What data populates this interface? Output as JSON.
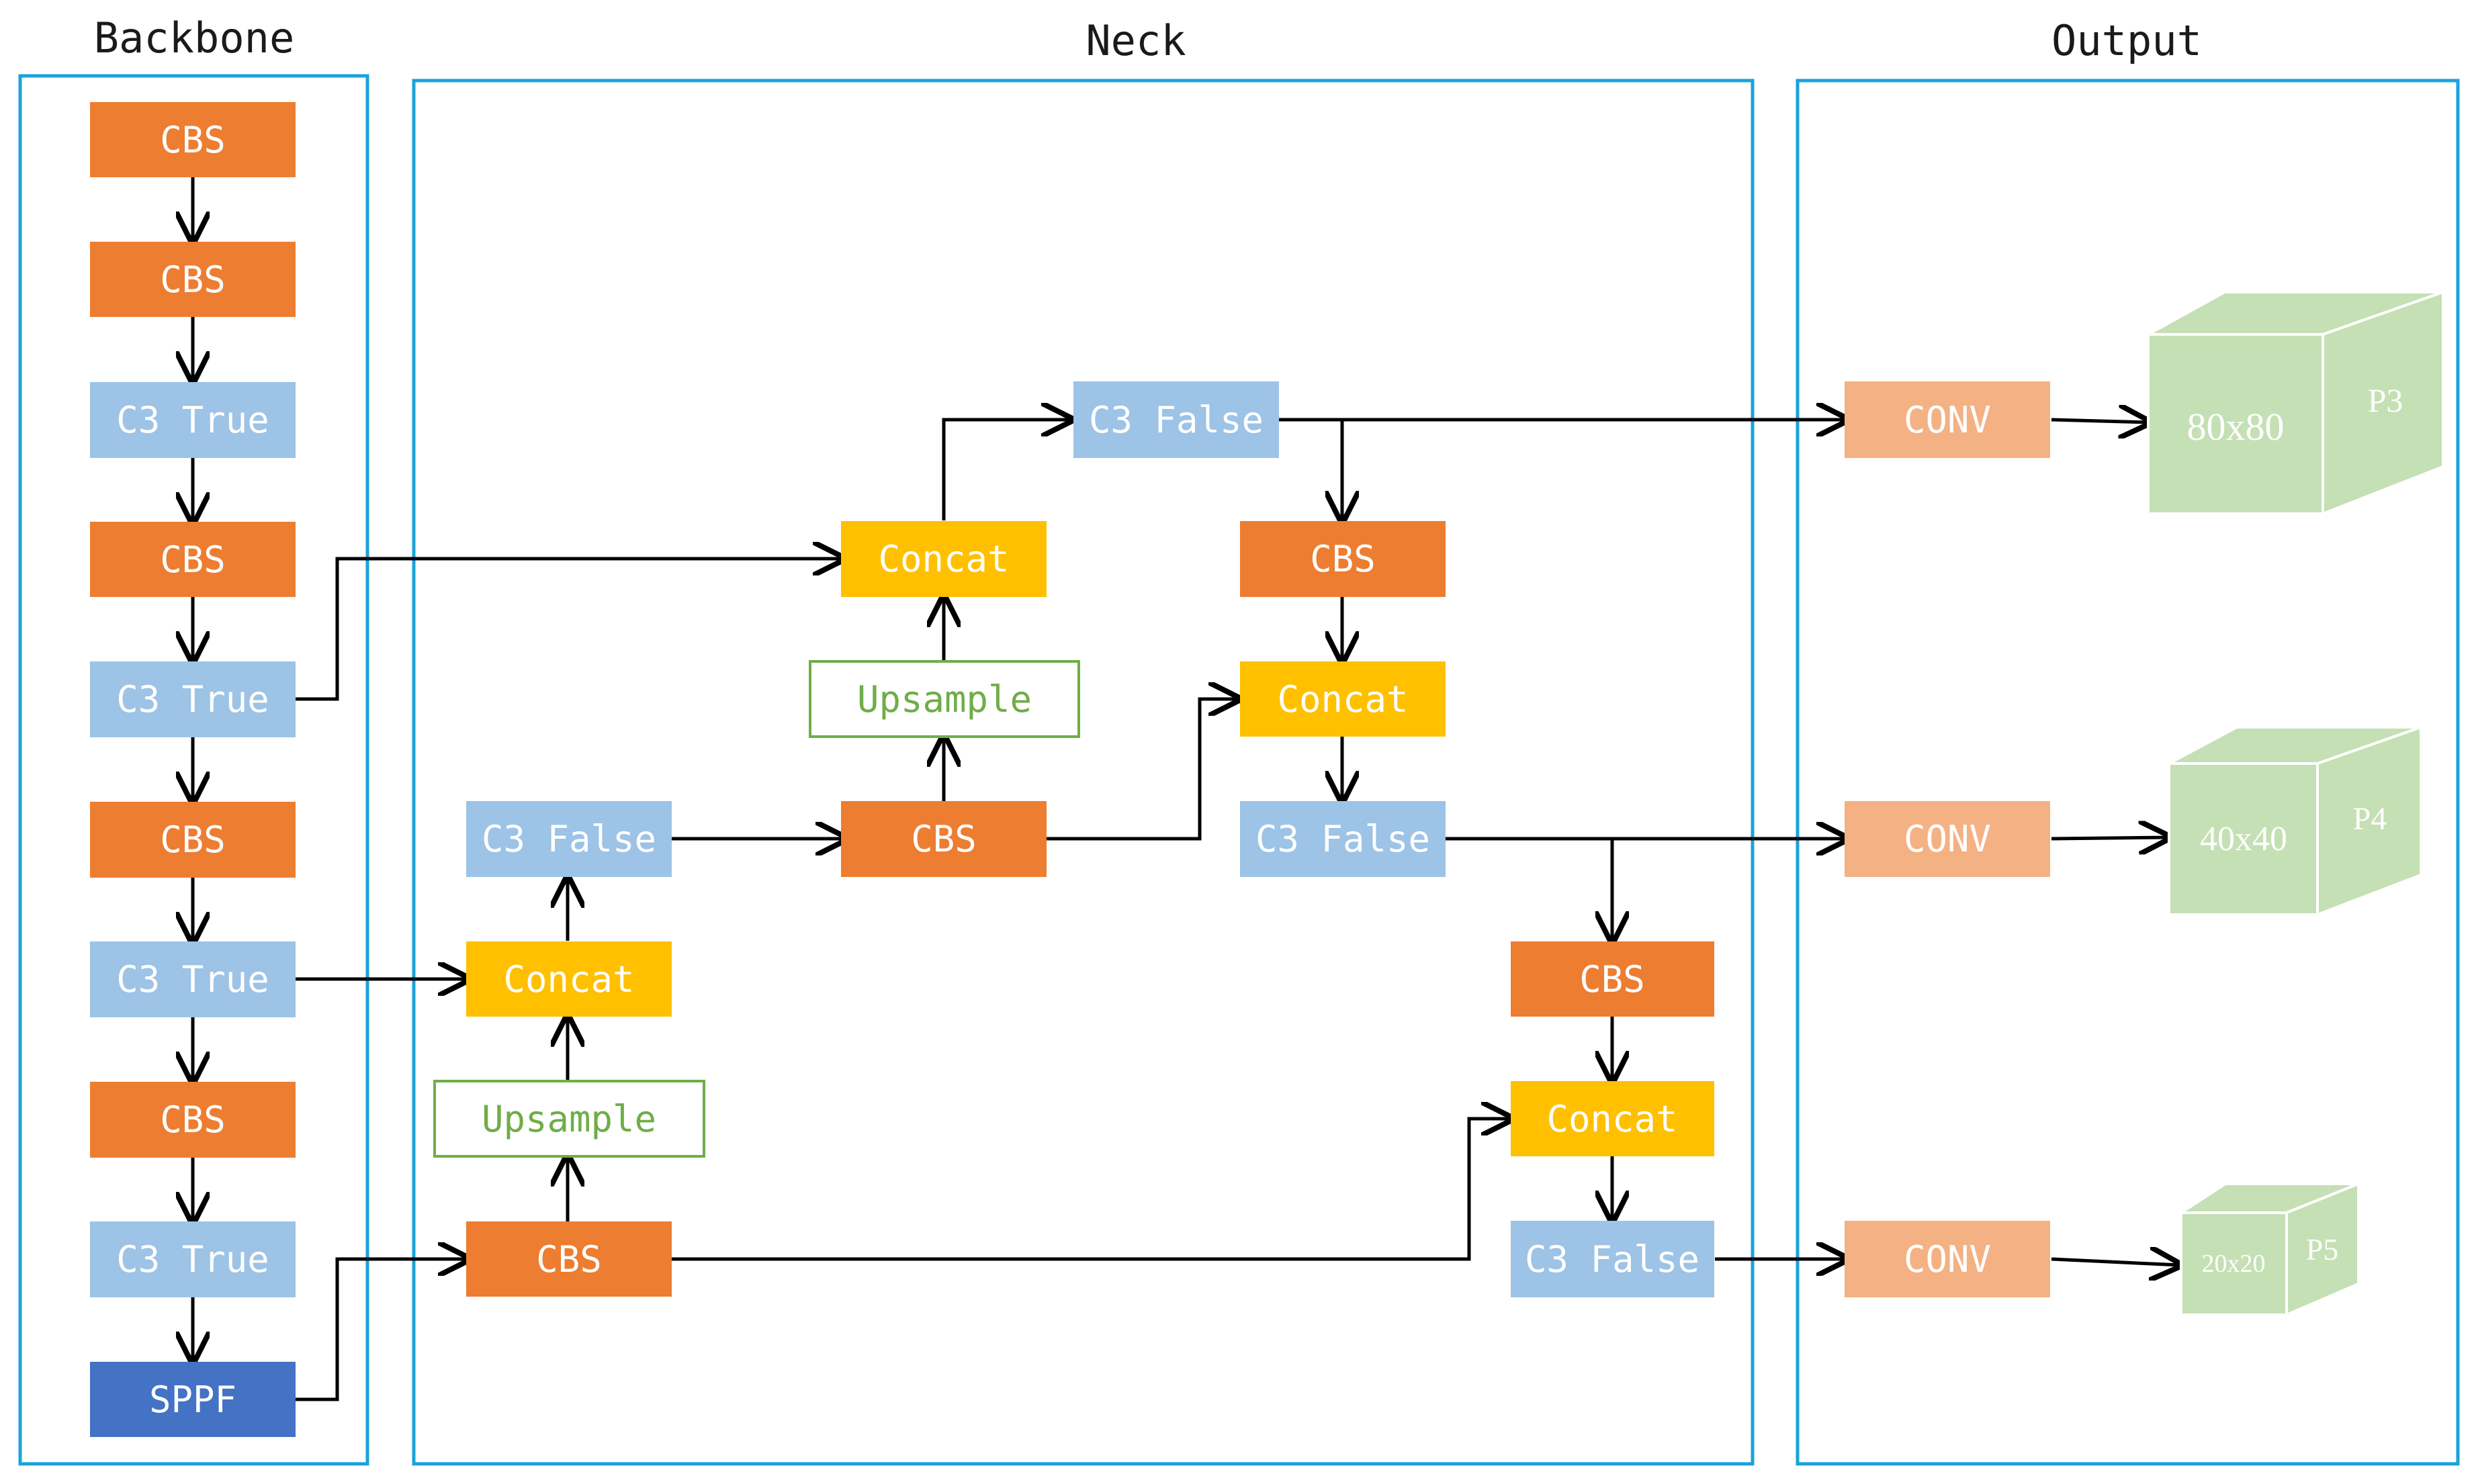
{
  "sections": {
    "backbone": "Backbone",
    "neck": "Neck",
    "output": "Output"
  },
  "colors": {
    "cbs": "#ed7d31",
    "c3": "#9dc3e6",
    "sppf": "#4472c4",
    "concat": "#ffc000",
    "upsample_border": "#70ad47",
    "conv": "#f4b183",
    "cube": "#c5e0b4",
    "frame": "#1aa3db"
  },
  "backbone": {
    "cbs1": "CBS",
    "cbs2": "CBS",
    "c3_1": "C3 True",
    "cbs3": "CBS",
    "c3_2": "C3 True",
    "cbs4": "CBS",
    "c3_3": "C3 True",
    "cbs5": "CBS",
    "c3_4": "C3 True",
    "sppf": "SPPF"
  },
  "neck": {
    "c3_false_top": "C3 False",
    "concat_top": "Concat",
    "upsample_top": "Upsample",
    "cbs_mid": "CBS",
    "cbs_right_top": "CBS",
    "concat_right": "Concat",
    "c3_false_right": "C3 False",
    "c3_false_left": "C3 False",
    "concat_left": "Concat",
    "upsample_left": "Upsample",
    "cbs_bottom": "CBS",
    "cbs_far": "CBS",
    "concat_far": "Concat",
    "c3_false_far": "C3 False"
  },
  "output": {
    "conv1": "CONV",
    "conv2": "CONV",
    "conv3": "CONV",
    "p3_size": "80x80",
    "p3_label": "P3",
    "p4_size": "40x40",
    "p4_label": "P4",
    "p5_size": "20x20",
    "p5_label": "P5"
  }
}
